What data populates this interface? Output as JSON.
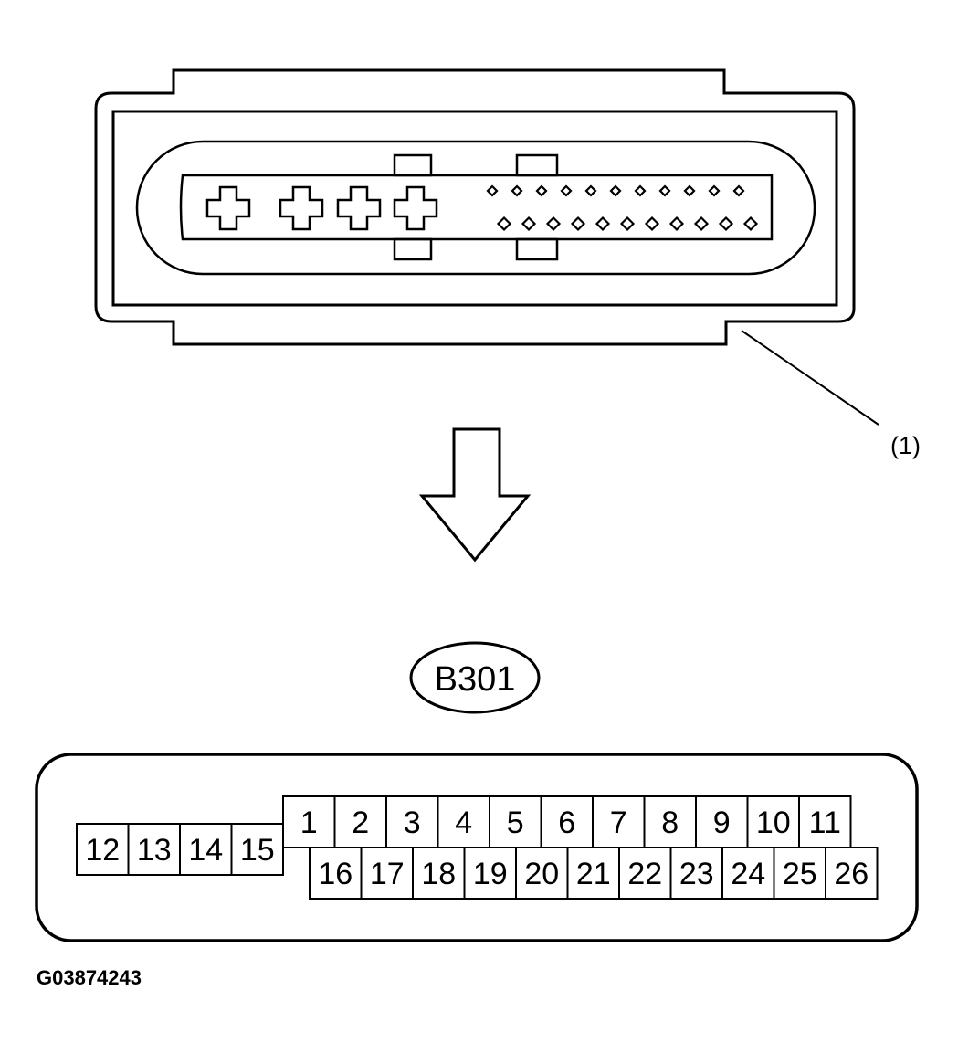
{
  "callout": {
    "label": "(1)"
  },
  "connector_label": "B301",
  "figure_code": "G03874243",
  "top_pins": [
    "1",
    "2",
    "3",
    "4",
    "5",
    "6",
    "7",
    "8",
    "9",
    "10",
    "11"
  ],
  "bottom_pins": [
    "16",
    "17",
    "18",
    "19",
    "20",
    "21",
    "22",
    "23",
    "24",
    "25",
    "26"
  ],
  "left_pins": [
    "12",
    "13",
    "14",
    "15"
  ],
  "colors": {
    "line": "#000000",
    "background": "#ffffff"
  }
}
